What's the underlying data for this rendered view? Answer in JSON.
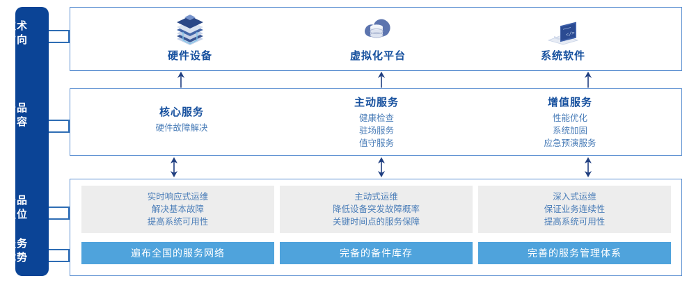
{
  "sidebar": {
    "background_color": "#0B4496",
    "items": [
      {
        "name": "tech-direction",
        "line1": "技术",
        "line2": "方向"
      },
      {
        "name": "product-content",
        "line1": "产品",
        "line2": "内容"
      },
      {
        "name": "product-position",
        "line1": "产品",
        "line2": "定位"
      },
      {
        "name": "service-advantage",
        "line1": "服务",
        "line2": "优势"
      }
    ]
  },
  "colors": {
    "dark_blue": "#0B4496",
    "panel_border": "#5B8FD1",
    "title_blue": "#16509E",
    "body_blue": "#4A7DB8",
    "light_blue_bar": "#4FA3DC",
    "gray_card": "#EDEDED"
  },
  "tech_direction": {
    "columns": [
      {
        "icon": "server-stack-icon",
        "label": "硬件设备"
      },
      {
        "icon": "cloud-database-icon",
        "label": "虚拟化平台"
      },
      {
        "icon": "laptop-code-icon",
        "label": "系统软件"
      }
    ]
  },
  "product_content": {
    "columns": [
      {
        "title": "核心服务",
        "items": [
          "硬件故障解决"
        ]
      },
      {
        "title": "主动服务",
        "items": [
          "健康检查",
          "驻场服务",
          "值守服务"
        ]
      },
      {
        "title": "增值服务",
        "items": [
          "性能优化",
          "系统加固",
          "应急预演服务"
        ]
      }
    ]
  },
  "product_position": {
    "cards": [
      {
        "lines": [
          "实时响应式运维",
          "解决基本故障",
          "提高系统可用性"
        ]
      },
      {
        "lines": [
          "主动式运维",
          "降低设备突发故障概率",
          "关键时间点的服务保障"
        ]
      },
      {
        "lines": [
          "深入式运维",
          "保证业务连续性",
          "提高系统可用性"
        ]
      }
    ]
  },
  "service_advantage": {
    "bars": [
      {
        "label": "遍布全国的服务网络"
      },
      {
        "label": "完备的备件库存"
      },
      {
        "label": "完善的服务管理体系"
      }
    ]
  },
  "arrows": {
    "up_arrow_icon": "arrow-up-icon",
    "double_arrow_icon": "arrow-up-down-icon",
    "down_arrow_icon": "arrow-down-icon"
  }
}
